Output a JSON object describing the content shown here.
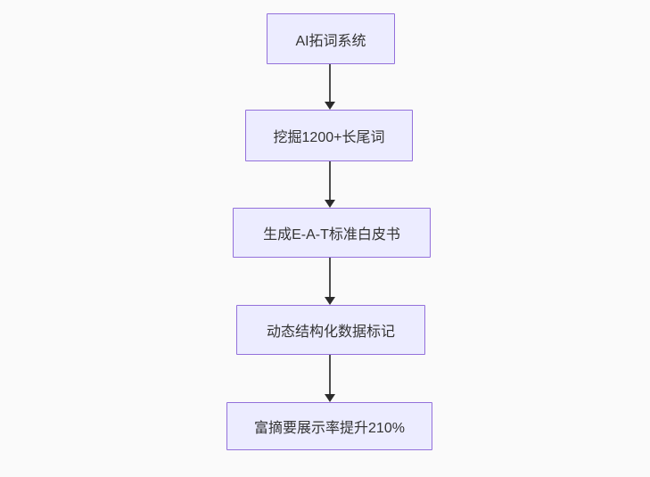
{
  "diagram": {
    "type": "flowchart",
    "direction": "top-down",
    "nodes": [
      {
        "id": "step-1",
        "label": "AI拓词系统"
      },
      {
        "id": "step-2",
        "label": "挖掘1200+长尾词"
      },
      {
        "id": "step-3",
        "label": "生成E-A-T标准白皮书"
      },
      {
        "id": "step-4",
        "label": "动态结构化数据标记"
      },
      {
        "id": "step-5",
        "label": "富摘要展示率提升210%"
      }
    ],
    "edges": [
      {
        "from": "step-1",
        "to": "step-2",
        "arrow": "down"
      },
      {
        "from": "step-2",
        "to": "step-3",
        "arrow": "down"
      },
      {
        "from": "step-3",
        "to": "step-4",
        "arrow": "down"
      },
      {
        "from": "step-4",
        "to": "step-5",
        "arrow": "down"
      }
    ],
    "colors": {
      "node_fill": "#ECECFF",
      "node_border": "#9370DB",
      "node_text": "#333333",
      "edge_line": "#4d4d4d",
      "arrowhead": "#2b2b2b",
      "background": "#fafafa"
    }
  }
}
